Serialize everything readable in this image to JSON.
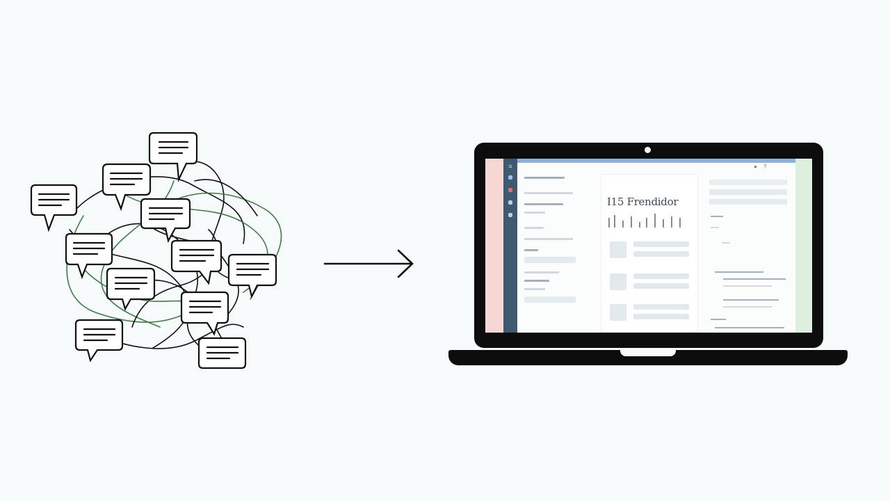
{
  "diagram": {
    "arrow": "right-arrow",
    "left_group": "tangled-chat-bubbles",
    "right_group": "laptop-with-app"
  },
  "laptop_app": {
    "main_title": "I15 Frendidor"
  },
  "colors": {
    "background": "#f6fafa",
    "line_dark": "#111111",
    "line_green": "#3f7a46",
    "laptop": "#0d0d0d",
    "rail": "#3f5970",
    "header_accent": "#8fb2d6",
    "tint_left": "#f7d7d4",
    "tint_right": "#dcefdf"
  }
}
